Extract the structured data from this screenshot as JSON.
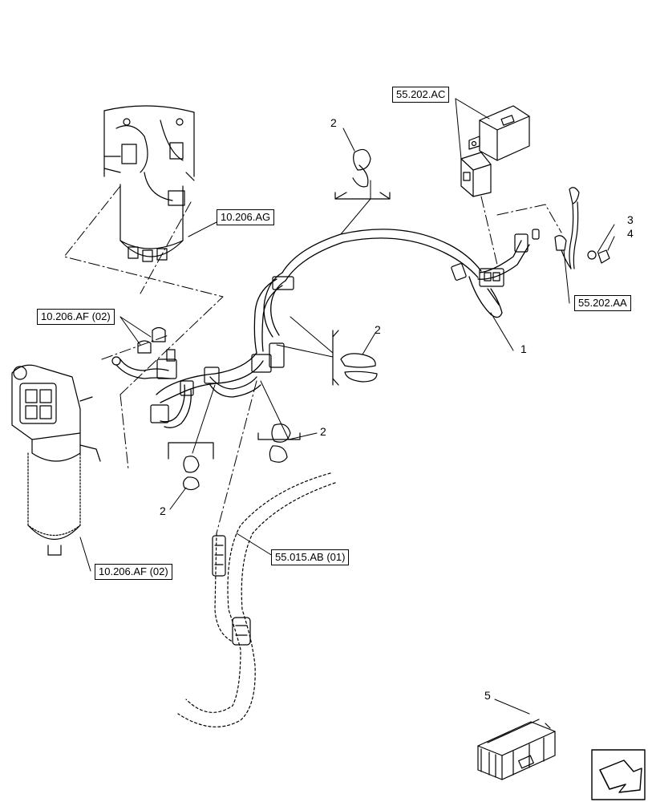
{
  "references": {
    "r_55_202_ac": "55.202.AC",
    "r_10_206_ag": "10.206.AG",
    "r_10_206_af_top": "10.206.AF (02)",
    "r_10_206_af_bottom": "10.206.AF (02)",
    "r_55_202_aa": "55.202.AA",
    "r_55_015_ab": "55.015.AB (01)"
  },
  "item_numbers": {
    "n1": "1",
    "n2_top": "2",
    "n2_mid": "2",
    "n2_right": "2",
    "n2_low": "2",
    "n3": "3",
    "n4": "4",
    "n5": "5"
  },
  "icons": {
    "orientation": "orientation-arrow-icon",
    "kit": "kit-box-icon"
  }
}
